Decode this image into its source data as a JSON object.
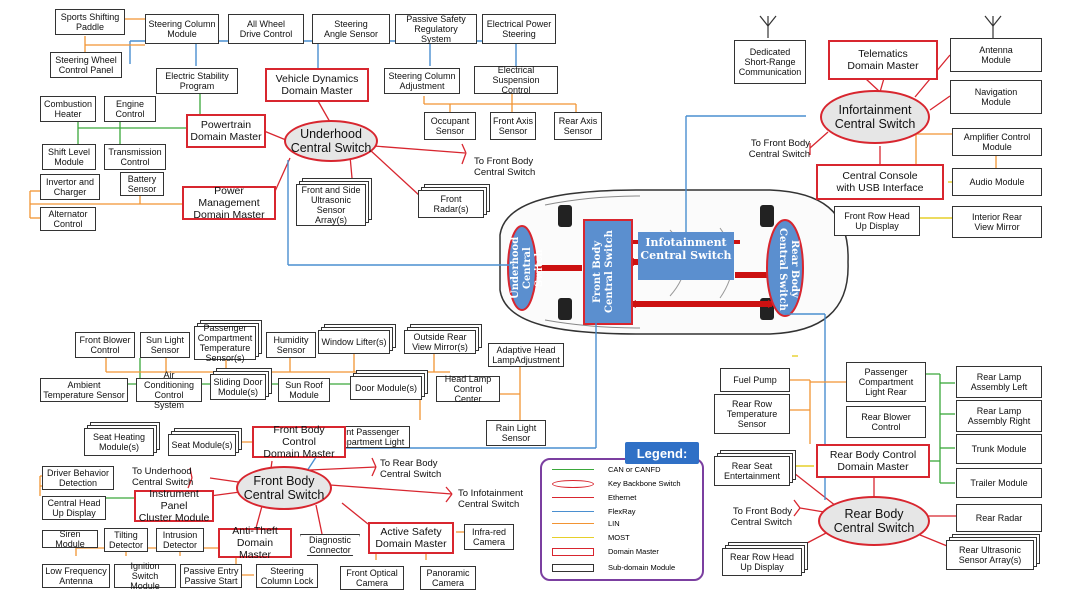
{
  "boxes": {
    "sports_paddle": "Sports Shifting\nPaddle",
    "steering_column_module": "Steering Column\nModule",
    "awd_control": "All Wheel\nDrive Control",
    "steering_angle": "Steering\nAngle Sensor",
    "passive_safety": "Passive Safety\nRegulatory System",
    "eps": "Electrical Power\nSteering",
    "steering_wheel_panel": "Steering Wheel\nControl Panel",
    "esp": "Electric Stability\nProgram",
    "steering_col_adj": "Steering Column\nAdjustment",
    "elec_susp": "Electrical\nSuspension Control",
    "combustion_heater": "Combustion\nHeater",
    "engine_control": "Engine\nControl",
    "occupant_sensor": "Occupant\nSensor",
    "front_axis": "Front Axis\nSensor",
    "rear_axis": "Rear Axis\nSensor",
    "shift_lever": "Shift Level\nModule",
    "transmission": "Transmission\nControl",
    "inverter": "Invertor and\nCharger",
    "battery": "Battery\nSensor",
    "alternator": "Alternator\nControl",
    "ultrasonic_front": "Front and Side\nUltrasonic Sensor\nArray(s)",
    "front_radar": "Front\nRadar(s)",
    "dsrc": "Dedicated\nShort-Range\nCommunication",
    "antenna": "Antenna\nModule",
    "navigation": "Navigation\nModule",
    "amplifier": "Amplifier Control\nModule",
    "audio": "Audio Module",
    "front_hud": "Front Row Head\nUp Display",
    "interior_mirror": "Interior Rear\nView Mirror",
    "front_blower": "Front Blower\nControl",
    "sun_light": "Sun Light\nSensor",
    "pass_temp": "Passenger\nCompartment\nTemperature\nSensor(s)",
    "humidity": "Humidity\nSensor",
    "window_lifter": "Window Lifter(s)",
    "outside_mirror": "Outside Rear\nView Mirror(s)",
    "adaptive_head": "Adaptive Head\nLampAdjustment",
    "ambient_temp": "Ambient\nTemperature Sensor",
    "ac_control": "Air Conditioning\nControl System",
    "sliding_door": "Sliding Door\nModule(s)",
    "sun_roof": "Sun Roof\nModule",
    "door_module": "Door Module(s)",
    "head_lamp": "Head Lamp\nControl Center",
    "seat_heating": "Seat Heating\nModule(s)",
    "seat_module": "Seat Module(s)",
    "front_pass_light": "Front Passenger\nCompartment Light",
    "rain_light": "Rain Light\nSensor",
    "driver_behavior": "Driver Behavior\nDetection",
    "central_hud": "Central Head\nUp Display",
    "siren": "Siren Module",
    "tilting": "Tilting\nDetector",
    "intrusion": "Intrusion\nDetector",
    "low_freq": "Low Frequency\nAntenna",
    "ignition": "Ignition Switch\nModule",
    "passive_entry": "Passive Entry\nPassive Start",
    "steering_lock": "Steering\nColumn Lock",
    "diagnostic": "Diagnostic\nConnector",
    "infrared": "Infra-red\nCamera",
    "front_optical": "Front Optical\nCamera",
    "panoramic": "Panoramic\nCamera",
    "fuel_pump": "Fuel Pump",
    "rear_temp": "Rear Row\nTemperature\nSensor",
    "pass_light_rear": "Passenger\nCompartment\nLight Rear",
    "rear_blower": "Rear Blower\nControl",
    "rear_lamp_left": "Rear Lamp\nAssembly Left",
    "rear_lamp_right": "Rear Lamp\nAssembly Right",
    "trunk": "Trunk Module",
    "trailer": "Trailer Module",
    "rear_seat_ent": "Rear Seat\nEntertainment",
    "rear_radar": "Rear Radar",
    "rear_hud": "Rear Row Head\nUp Display",
    "rear_ultrasonic": "Rear Ultrasonic\nSensor Array(s)"
  },
  "domain_masters": {
    "vehicle_dynamics": "Vehicle Dynamics\nDomain Master",
    "powertrain": "Powertrain\nDomain Master",
    "power_mgmt": "Power Management\nDomain Master",
    "telematics": "Telematics\nDomain Master",
    "central_console": "Central Console\nwith USB Interface",
    "front_body_control": "Front Body Control\nDomain Master",
    "instrument_panel": "Instrument Panel\nCluster Module",
    "anti_theft": "Anti-Theft\nDomain Master",
    "active_safety": "Active Safety\nDomain Master",
    "rear_body_control": "Rear Body Control\nDomain Master"
  },
  "switches": {
    "underhood": "Underhood\nCentral Switch",
    "infotainment": "Infortainment\nCentral Switch",
    "front_body": "Front Body\nCentral Switch",
    "rear_body": "Rear Body\nCentral Switch"
  },
  "notes": {
    "uh_to_fb": "To Front Body\nCentral Switch",
    "inf_to_fb": "To Front Body\nCentral Switch",
    "fb_to_uh": "To Underhood\nCentral Switch",
    "fb_to_rb": "To Rear Body\nCentral Switch",
    "fb_to_inf": "To Infotainment\nCentral Switch",
    "rb_to_fb": "To Front Body\nCentral Switch"
  },
  "car": {
    "underhood": "Underhood\nCentral Switch",
    "front_body": "Front Body\nCentral Switch",
    "infotainment": "Infotainment\nCentral Switch",
    "rear_body": "Rear Body\nCentral Switch"
  },
  "legend": {
    "title": "Legend:",
    "items": [
      {
        "label": "CAN or CANFD",
        "color": "#3aa83a"
      },
      {
        "label": "Key Backbone Switch",
        "color": "#d8262f"
      },
      {
        "label": "Ethernet",
        "color": "#d8262f"
      },
      {
        "label": "FlexRay",
        "color": "#4a8fd0"
      },
      {
        "label": "LIN",
        "color": "#f29433"
      },
      {
        "label": "MOST",
        "color": "#e6cf2a"
      },
      {
        "label": "Domain Master",
        "color": "#d8262f"
      },
      {
        "label": "Sub-domain Module",
        "color": "#333333"
      }
    ]
  },
  "colors": {
    "can": "#3aa83a",
    "ethernet": "#d8262f",
    "flexray": "#4a8fd0",
    "lin": "#f29433",
    "most": "#e6cf2a",
    "car_switch": "#5b8fcf"
  }
}
